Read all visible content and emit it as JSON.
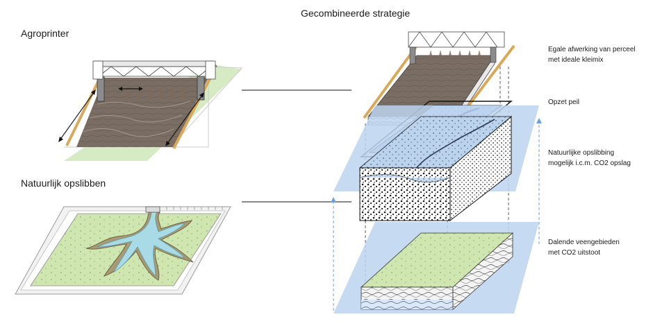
{
  "title": "Gecombineerde strategie",
  "left": {
    "agroprinter": "Agroprinter",
    "natuurlijk": "Natuurlijk opslibben"
  },
  "right_labels": {
    "top_line1": "Egale afwerking van perceel",
    "top_line2": "met ideale kleimix",
    "peil": "Opzet peil",
    "opslibbing_line1": "Natuurlijke opslibbing",
    "opslibbing_line2": "mogelijk i.c.m. CO2 opslag",
    "veen_line1": "Dalende veengebieden",
    "veen_line2": "met CO2 uitstoot"
  },
  "colors": {
    "soil": "#7a6e64",
    "rail": "#d9a95a",
    "grass": "#cfe6b0",
    "water": "#bcd3ee",
    "channel": "#a9dbe6",
    "sediment": "#a89a72",
    "frame": "#e6e6e6"
  }
}
